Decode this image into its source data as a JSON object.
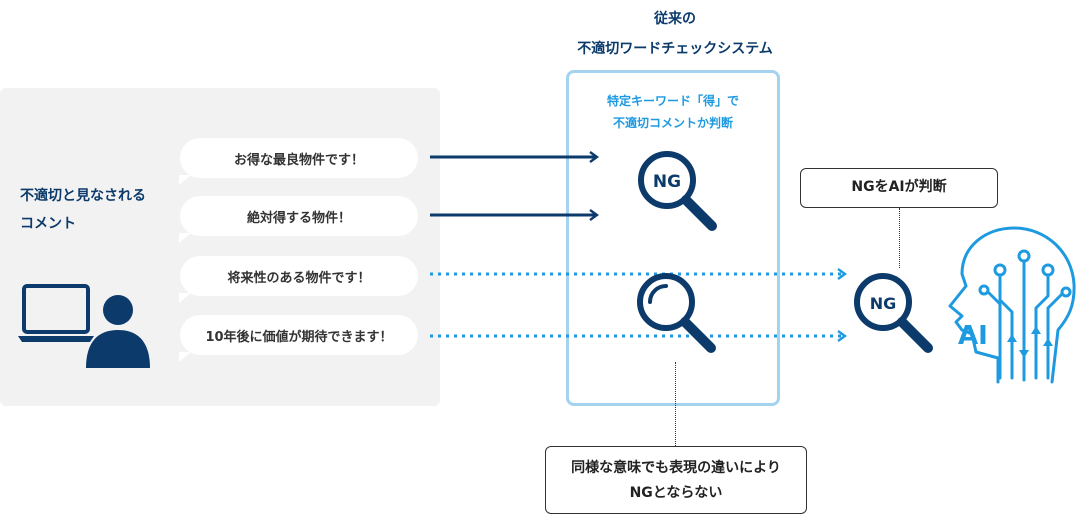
{
  "left_panel": {
    "title_line1": "不適切と見なされる",
    "title_line2": "コメント",
    "comments": [
      "お得な最良物件です！",
      "絶対得する物件！",
      "将来性のある物件です！",
      "10年後に価値が期待できます！"
    ]
  },
  "system": {
    "title_line1": "従来の",
    "title_line2": "不適切ワードチェックシステム",
    "caption_line1": "特定キーワード「得」で",
    "caption_line2": "不適切コメントか判断",
    "ng_label": "NG"
  },
  "ai": {
    "label": "NGをAIが判断",
    "ng_label": "NG",
    "brain_label": "AI"
  },
  "note": {
    "line1": "同様な意味でも表現の違いにより",
    "line2": "NGとならない"
  },
  "colors": {
    "navy": "#0b3a6b",
    "blue": "#1e9ae0",
    "light_blue": "#a3d3ee",
    "panel_bg": "#f2f2f2"
  }
}
